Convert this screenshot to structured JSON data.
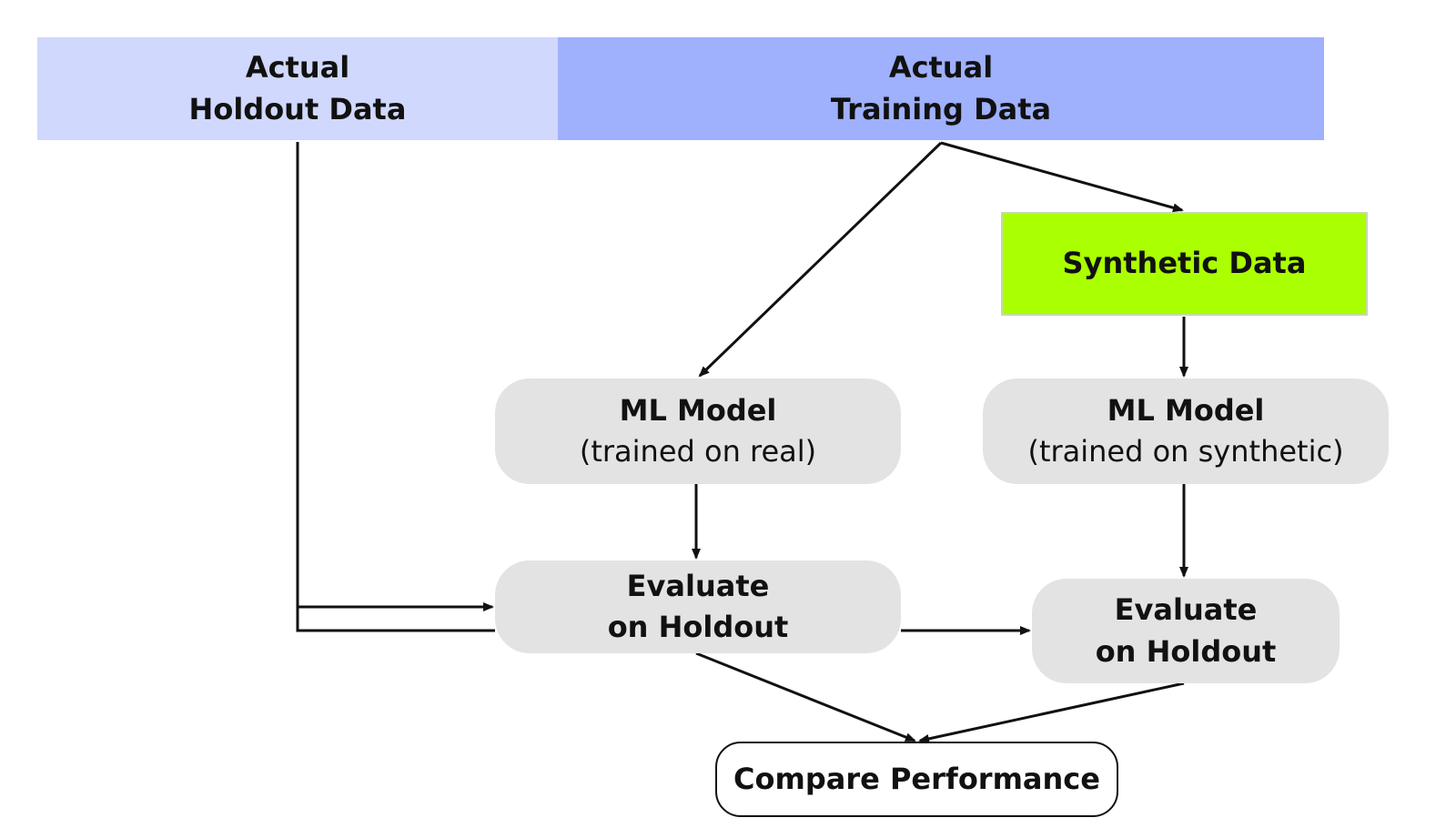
{
  "diagram": {
    "holdout": {
      "line1": "Actual",
      "line2": "Holdout Data"
    },
    "training": {
      "line1": "Actual",
      "line2": "Training Data"
    },
    "synthetic": {
      "label": "Synthetic Data"
    },
    "model_real": {
      "title": "ML Model",
      "subtitle": "(trained on real)"
    },
    "model_synthetic": {
      "title": "ML Model",
      "subtitle": "(trained on synthetic)"
    },
    "eval_real": {
      "line1": "Evaluate",
      "line2": "on Holdout"
    },
    "eval_synthetic": {
      "line1": "Evaluate",
      "line2": "on Holdout"
    },
    "compare": {
      "label": "Compare Performance"
    }
  },
  "colors": {
    "holdout_fill": "#d0d8fd",
    "training_fill": "#9fb0fd",
    "synthetic_fill": "#aaff00",
    "process_fill": "#e3e3e3",
    "compare_fill": "#ffffff",
    "line": "#111111"
  }
}
